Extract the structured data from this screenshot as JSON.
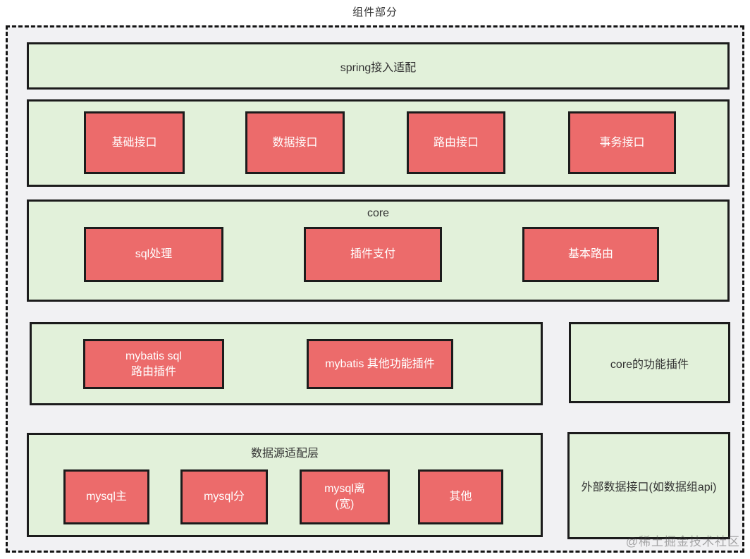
{
  "title": "组件部分",
  "watermark": "@稀土掘金技术社区",
  "colors": {
    "panel_fill": "#e2f1da",
    "box_fill": "#ec6b6b",
    "stroke": "#1c1c1c",
    "frame_bg": "#f1f1f3"
  },
  "spring": {
    "label": "spring接入适配"
  },
  "interfaces": {
    "boxes": [
      "基础接口",
      "数据接口",
      "路由接口",
      "事务接口"
    ]
  },
  "core": {
    "label": "core",
    "boxes": [
      "sql处理",
      "插件支付",
      "基本路由"
    ]
  },
  "mybatis": {
    "boxes": [
      "mybatis sql\n路由插件",
      "mybatis 其他功能插件"
    ]
  },
  "core_plugins": {
    "label": "core的功能插件"
  },
  "datasource": {
    "label": "数据源适配层",
    "boxes": [
      "mysql主",
      "mysql分",
      "mysql离\n(宽)",
      "其他"
    ]
  },
  "external": {
    "label": "外部数据接口(如数据组api)"
  }
}
